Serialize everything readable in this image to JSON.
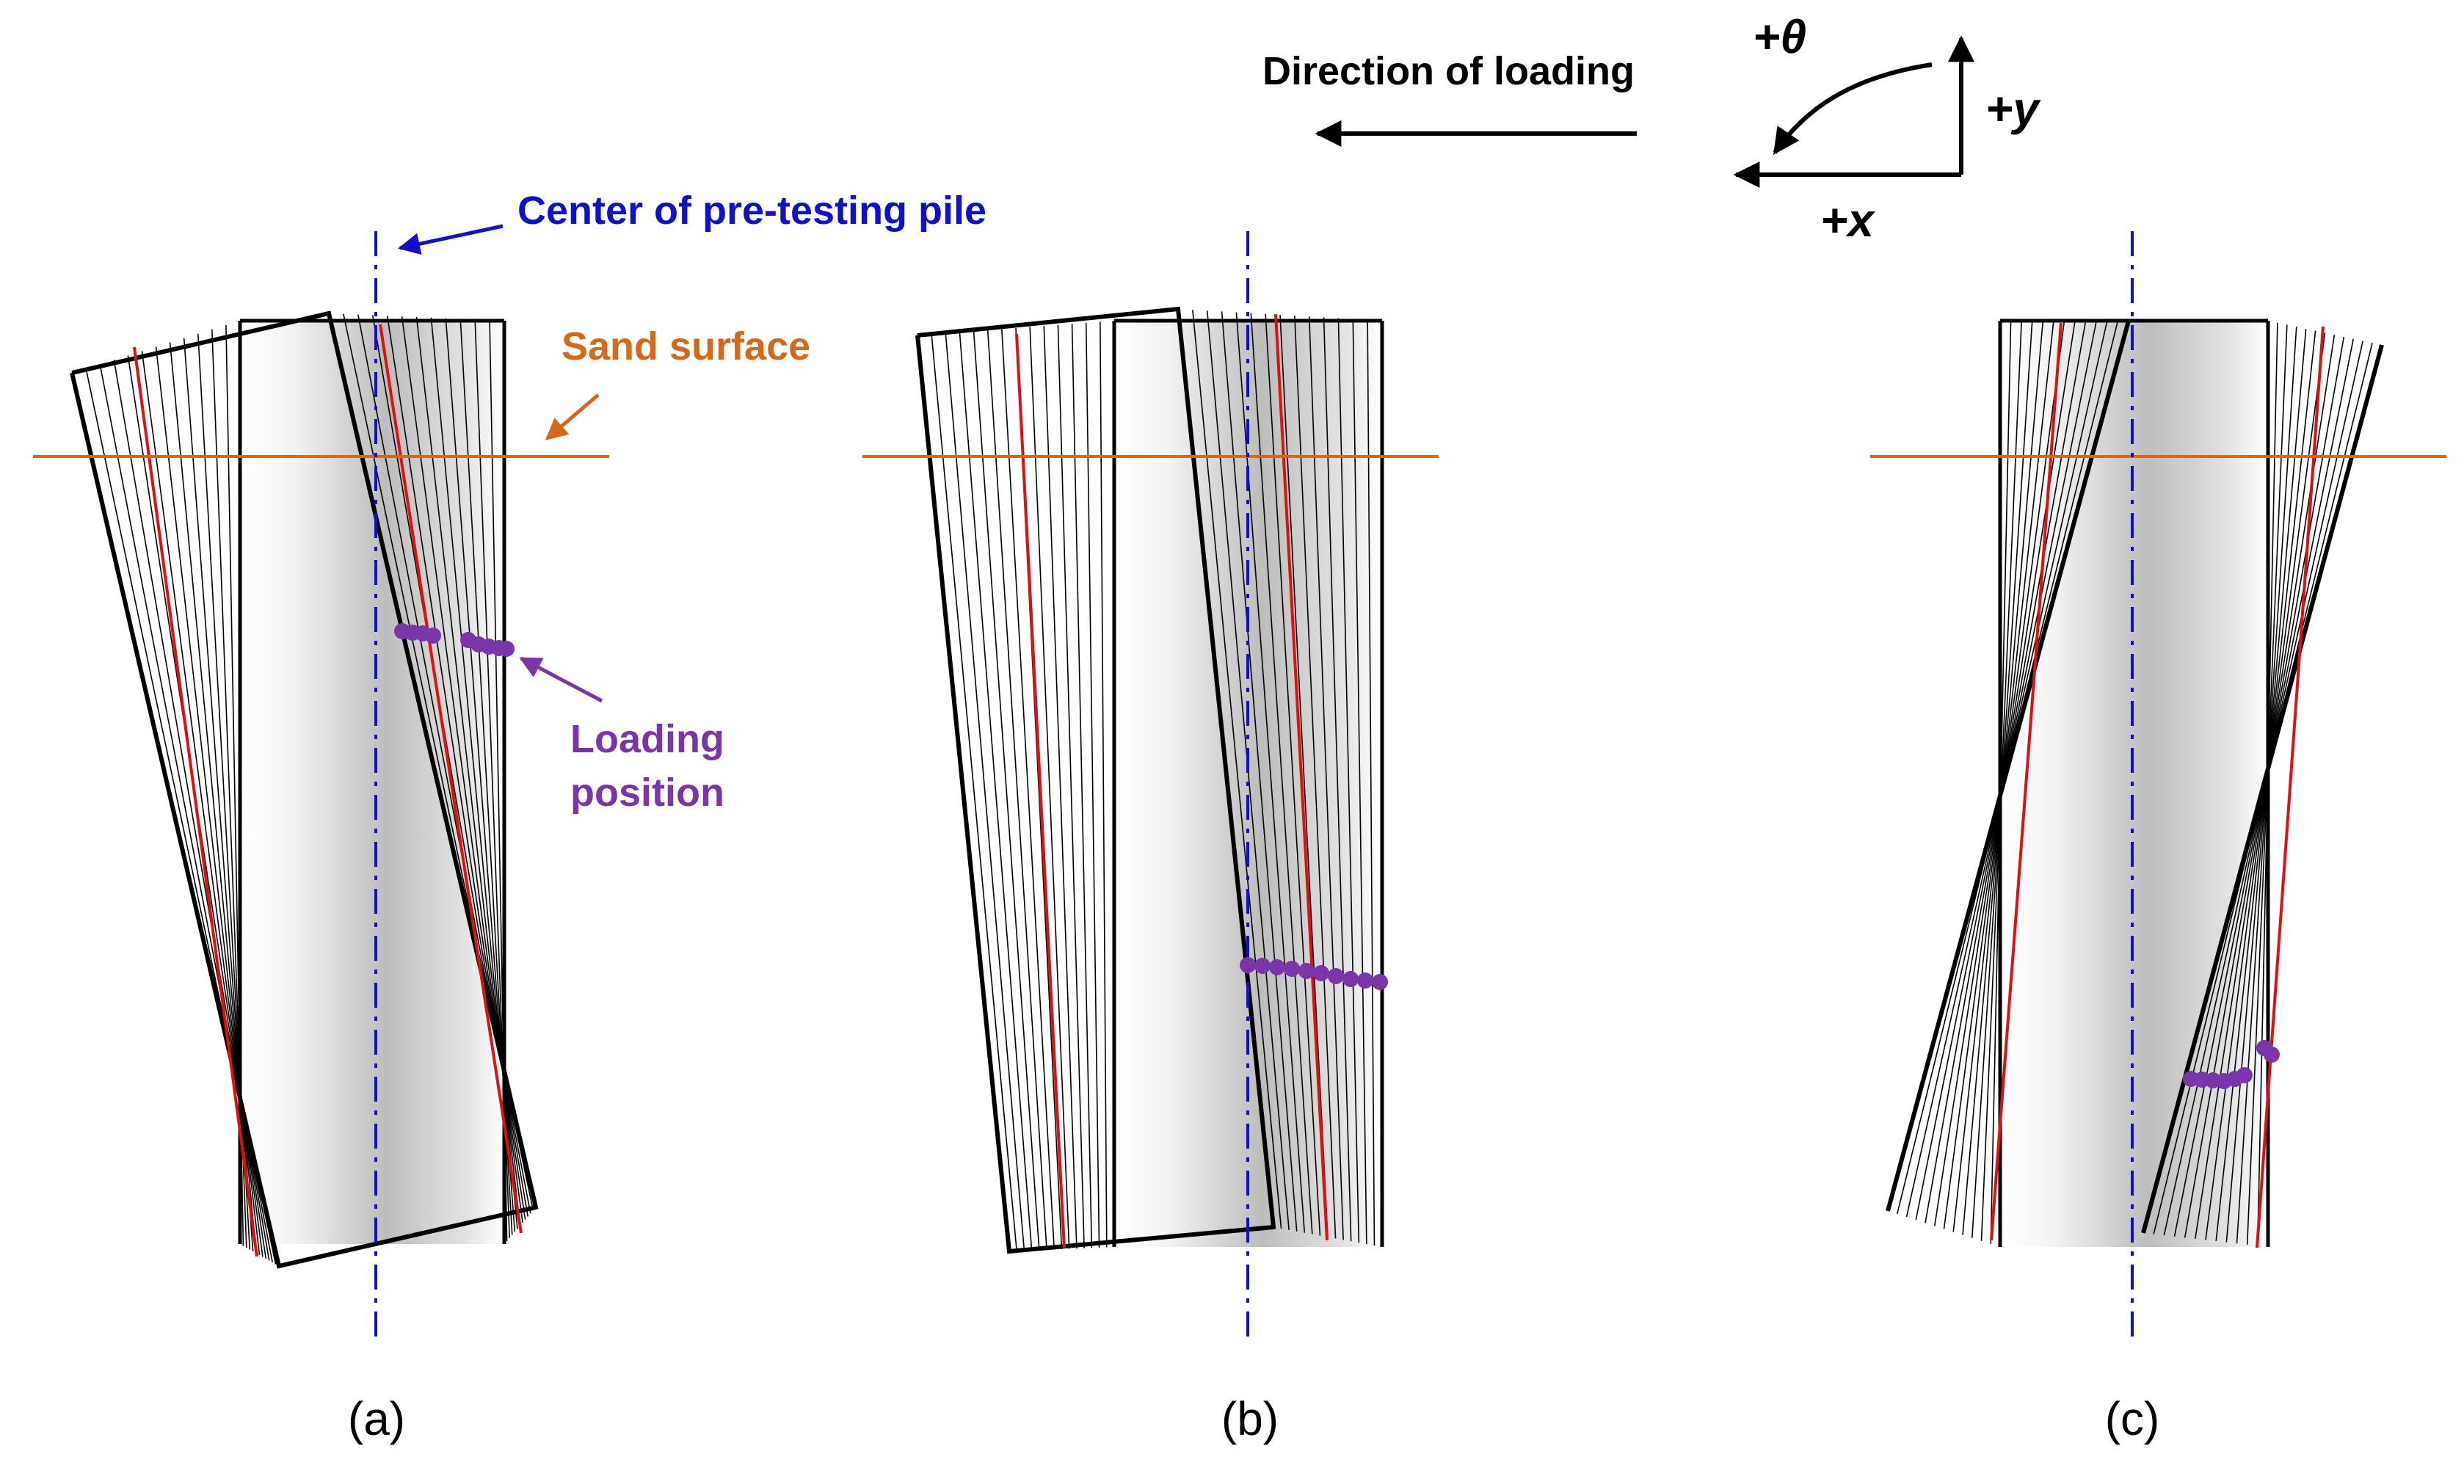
{
  "annotations": {
    "direction_label": "Direction of loading",
    "center_label": "Center of pre-testing pile",
    "sand_label": "Sand surface",
    "loading_label_line1": "Loading",
    "loading_label_line2": "position"
  },
  "axes": {
    "theta": "+θ",
    "y": "+y",
    "x": "+x"
  },
  "panels": [
    {
      "id": "a",
      "label": "(a)"
    },
    {
      "id": "b",
      "label": "(b)"
    },
    {
      "id": "c",
      "label": "(c)"
    }
  ],
  "colors": {
    "center_line": "#1010cc",
    "sand": "#d4691a",
    "loading": "#7a35a8",
    "red_outline": "#dd1111",
    "outline": "#000000"
  },
  "icons": [
    "direction-arrow-icon",
    "axis-arrows-icon",
    "callout-arrow-icon"
  ]
}
